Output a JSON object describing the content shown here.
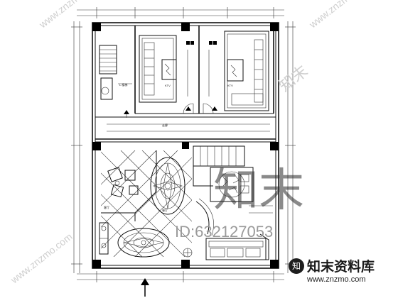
{
  "plan": {
    "room_labels": {
      "top_right_stair": "L.楼梯",
      "corridor": "走廊",
      "left_room": "KTV",
      "right_room": "KTV",
      "living": "客厅",
      "dining": "餐厅"
    }
  },
  "watermark": {
    "brand_cn": "知末",
    "brand_full": "知末资料库",
    "id_text": "ID:632127053",
    "site_url": "www.znzmo.com"
  }
}
